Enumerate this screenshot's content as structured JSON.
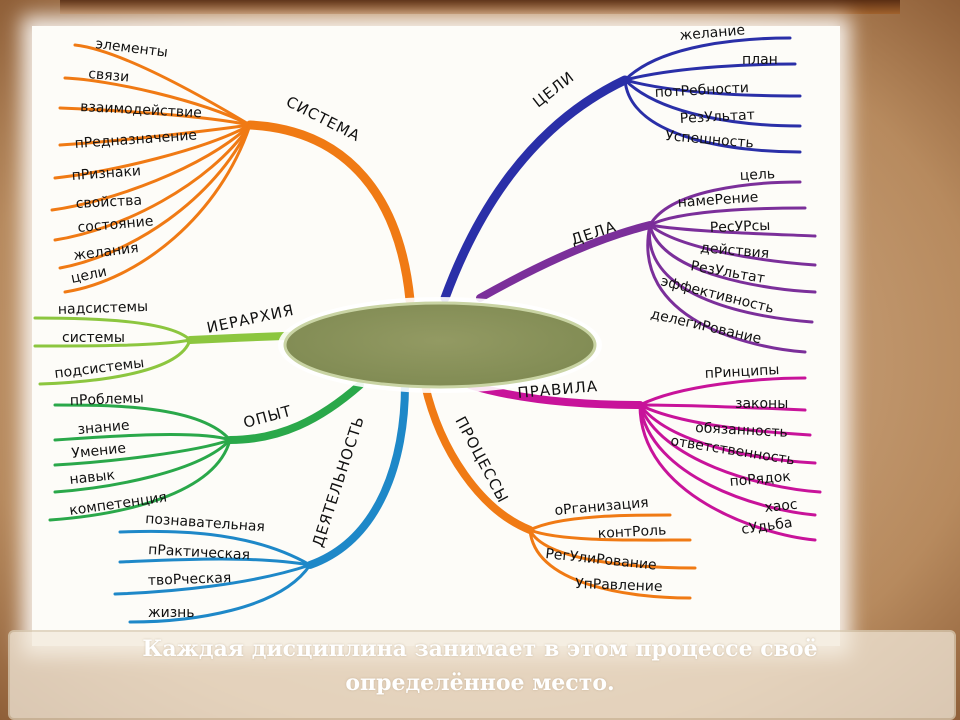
{
  "center": {
    "text": ""
  },
  "branches": {
    "sistema": {
      "title": "СИСТЕМА",
      "color": "#f07a14",
      "items": [
        "элементы",
        "связи",
        "взаимодействие",
        "пРедназначение",
        "пРизнаки",
        "свойства",
        "состояние",
        "желания",
        "цели"
      ]
    },
    "ierarkhiya": {
      "title": "ИЕРАРХИЯ",
      "color": "#8cc63f",
      "items": [
        "надсистемы",
        "системы",
        "подсистемы"
      ]
    },
    "opyt": {
      "title": "ОПЫТ",
      "color": "#2aa84a",
      "items": [
        "пРоблемы",
        "знание",
        "Умение",
        "навык",
        "компетенция"
      ]
    },
    "deyatelnost": {
      "title": "ДЕЯТЕЛЬНОСТЬ",
      "color": "#1e88c8",
      "items": [
        "познавательная",
        "пРактическая",
        "твоРческая",
        "жизнь"
      ]
    },
    "protsessy": {
      "title": "ПРОЦЕССЫ",
      "color": "#f07a14",
      "items": [
        "оРганизация",
        "контРоль",
        "РегУлиРование",
        "УпРавление"
      ]
    },
    "pravila": {
      "title": "ПРАВИЛА",
      "color": "#c8139a",
      "items": [
        "пРинципы",
        "законы",
        "обязанность",
        "ответственность",
        "поРядок",
        "хаос",
        "сУдьба"
      ]
    },
    "dela": {
      "title": "ДЕЛА",
      "color": "#7b2f9a",
      "items": [
        "цель",
        "намеРение",
        "РесУРсы",
        "действия",
        "РезУльтат",
        "эффективность",
        "делегиРование"
      ]
    },
    "tseli": {
      "title": "ЦЕЛИ",
      "color": "#2a2fa8",
      "items": [
        "желание",
        "план",
        "потРебности",
        "РезУльтат",
        "Успешность"
      ]
    }
  },
  "caption": {
    "line1": "Каждая дисциплина занимает в этом процессе своё",
    "line2": "определённое место."
  }
}
